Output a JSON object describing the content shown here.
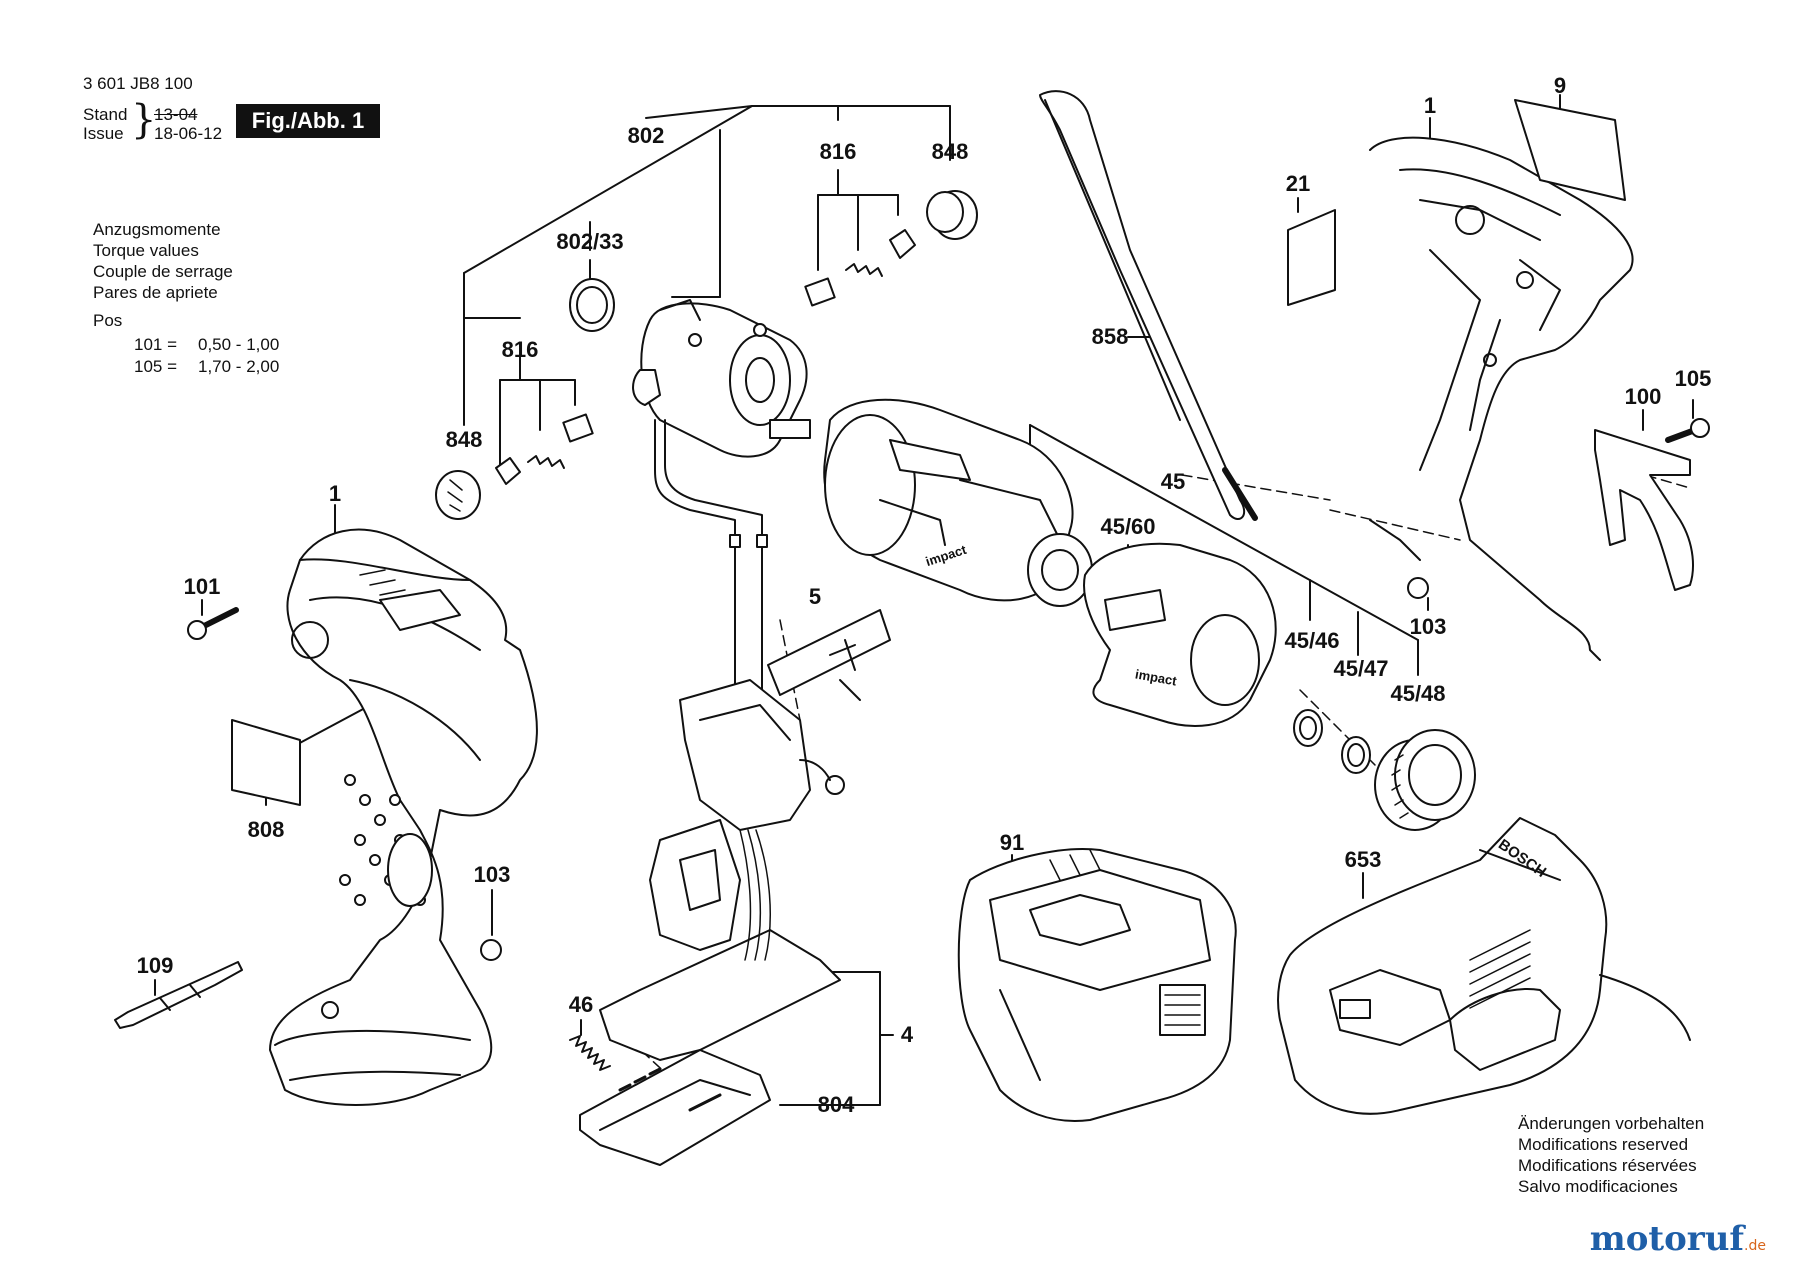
{
  "header": {
    "part_number": "3 601 JB8 100",
    "stand_label": "Stand",
    "issue_label": "Issue",
    "stand_value": "13-04",
    "issue_value": "18-06-12",
    "figure_label": "Fig./Abb. 1"
  },
  "torque": {
    "lines": [
      "Anzugsmomente",
      "Torque values",
      "Couple de serrage",
      "Pares de apriete"
    ],
    "pos_label": "Pos",
    "rows": [
      {
        "pos": "101 =",
        "range": "0,50 - 1,00"
      },
      {
        "pos": "105 =",
        "range": "1,70 - 2,00"
      }
    ]
  },
  "labels": {
    "p802": "802",
    "p816_top": "816",
    "p848_top": "848",
    "p802_33": "802/33",
    "p816_left": "816",
    "p848_left": "848",
    "p1_left": "1",
    "p101": "101",
    "p808": "808",
    "p103_left": "103",
    "p109": "109",
    "p5": "5",
    "p4": "4",
    "p46": "46",
    "p804": "804",
    "p858": "858",
    "p45": "45",
    "p45_60": "45/60",
    "p45_46": "45/46",
    "p45_47": "45/47",
    "p45_48": "45/48",
    "p21": "21",
    "p1_right": "1",
    "p9": "9",
    "p100": "100",
    "p105": "105",
    "p103_right": "103",
    "p91": "91",
    "p653": "653"
  },
  "body_text": {
    "impact_1": "impact",
    "impact_2": "impact",
    "bosch": "BOSCH"
  },
  "notes": {
    "lines": [
      "Änderungen vorbehalten",
      "Modifications reserved",
      "Modifications réservées",
      "Salvo modificaciones"
    ]
  },
  "watermark": {
    "brand": "motoruf",
    "suffix": ".de"
  }
}
